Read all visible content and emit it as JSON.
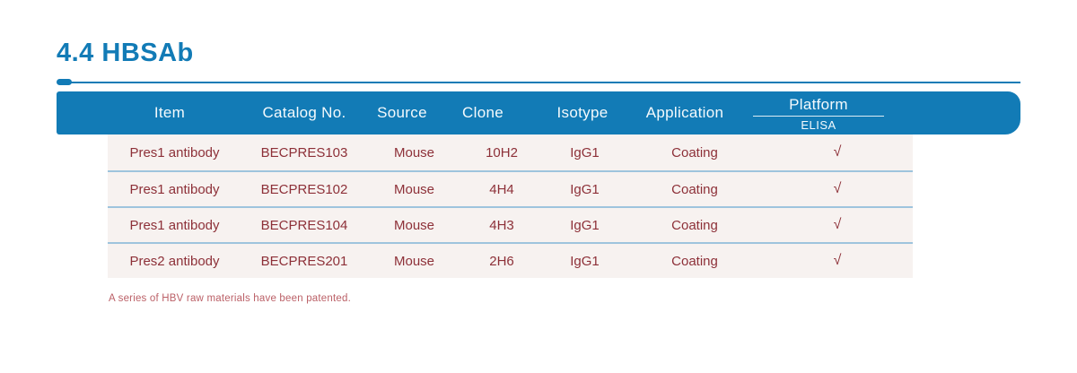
{
  "page": {
    "title": "4.4 HBSAb",
    "footnote": "A series of HBV raw materials have been patented."
  },
  "colors": {
    "accent_blue": "#127bb6",
    "row_bg": "#f7f2f0",
    "row_text": "#8d3038",
    "separator": "#9ec4dd",
    "footnote_text": "#bb6067",
    "header_text": "#f4fafd"
  },
  "table": {
    "columns": [
      "Item",
      "Catalog No.",
      "Source",
      "Clone",
      "Isotype",
      "Application"
    ],
    "platform_header": {
      "label": "Platform",
      "sub_label": "ELISA"
    },
    "check_mark": "√",
    "rows": [
      {
        "item": "Pres1 antibody",
        "catalog_no": "BECPRES103",
        "source": "Mouse",
        "clone": "10H2",
        "isotype": "IgG1",
        "application": "Coating",
        "elisa": "√"
      },
      {
        "item": "Pres1 antibody",
        "catalog_no": "BECPRES102",
        "source": "Mouse",
        "clone": "4H4",
        "isotype": "IgG1",
        "application": "Coating",
        "elisa": "√"
      },
      {
        "item": "Pres1 antibody",
        "catalog_no": "BECPRES104",
        "source": "Mouse",
        "clone": "4H3",
        "isotype": "IgG1",
        "application": "Coating",
        "elisa": "√"
      },
      {
        "item": "Pres2 antibody",
        "catalog_no": "BECPRES201",
        "source": "Mouse",
        "clone": "2H6",
        "isotype": "IgG1",
        "application": "Coating",
        "elisa": "√"
      }
    ]
  }
}
